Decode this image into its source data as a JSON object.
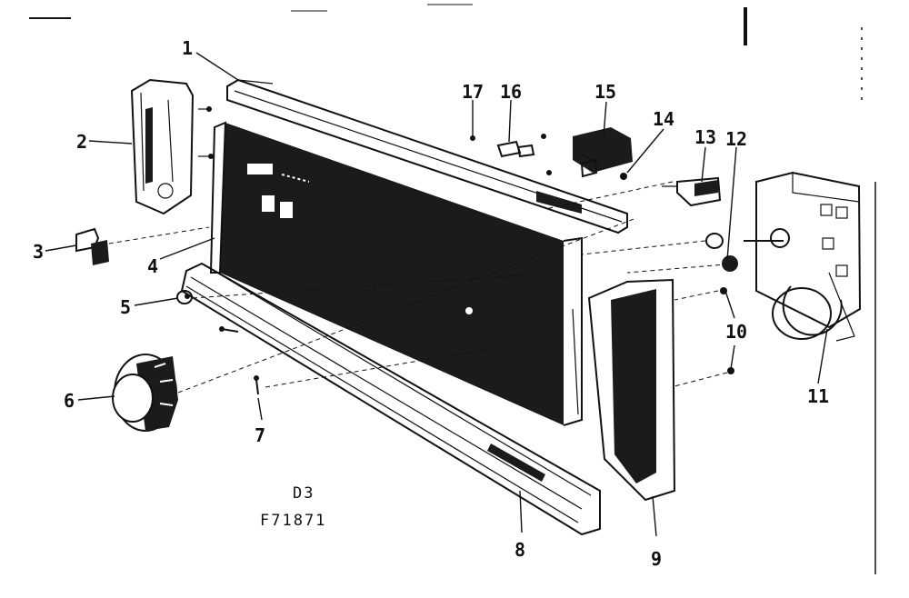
{
  "callouts": {
    "c1": "1",
    "c2": "2",
    "c3": "3",
    "c4": "4",
    "c5": "5",
    "c6": "6",
    "c7": "7",
    "c8": "8",
    "c9": "9",
    "c10": "10",
    "c11": "11",
    "c12": "12",
    "c13": "13",
    "c14": "14",
    "c15": "15",
    "c16": "16",
    "c17": "17"
  },
  "reference": {
    "code": "D3",
    "figure": "F71871"
  },
  "colors": {
    "ink": "#111111",
    "paper": "#ffffff"
  }
}
